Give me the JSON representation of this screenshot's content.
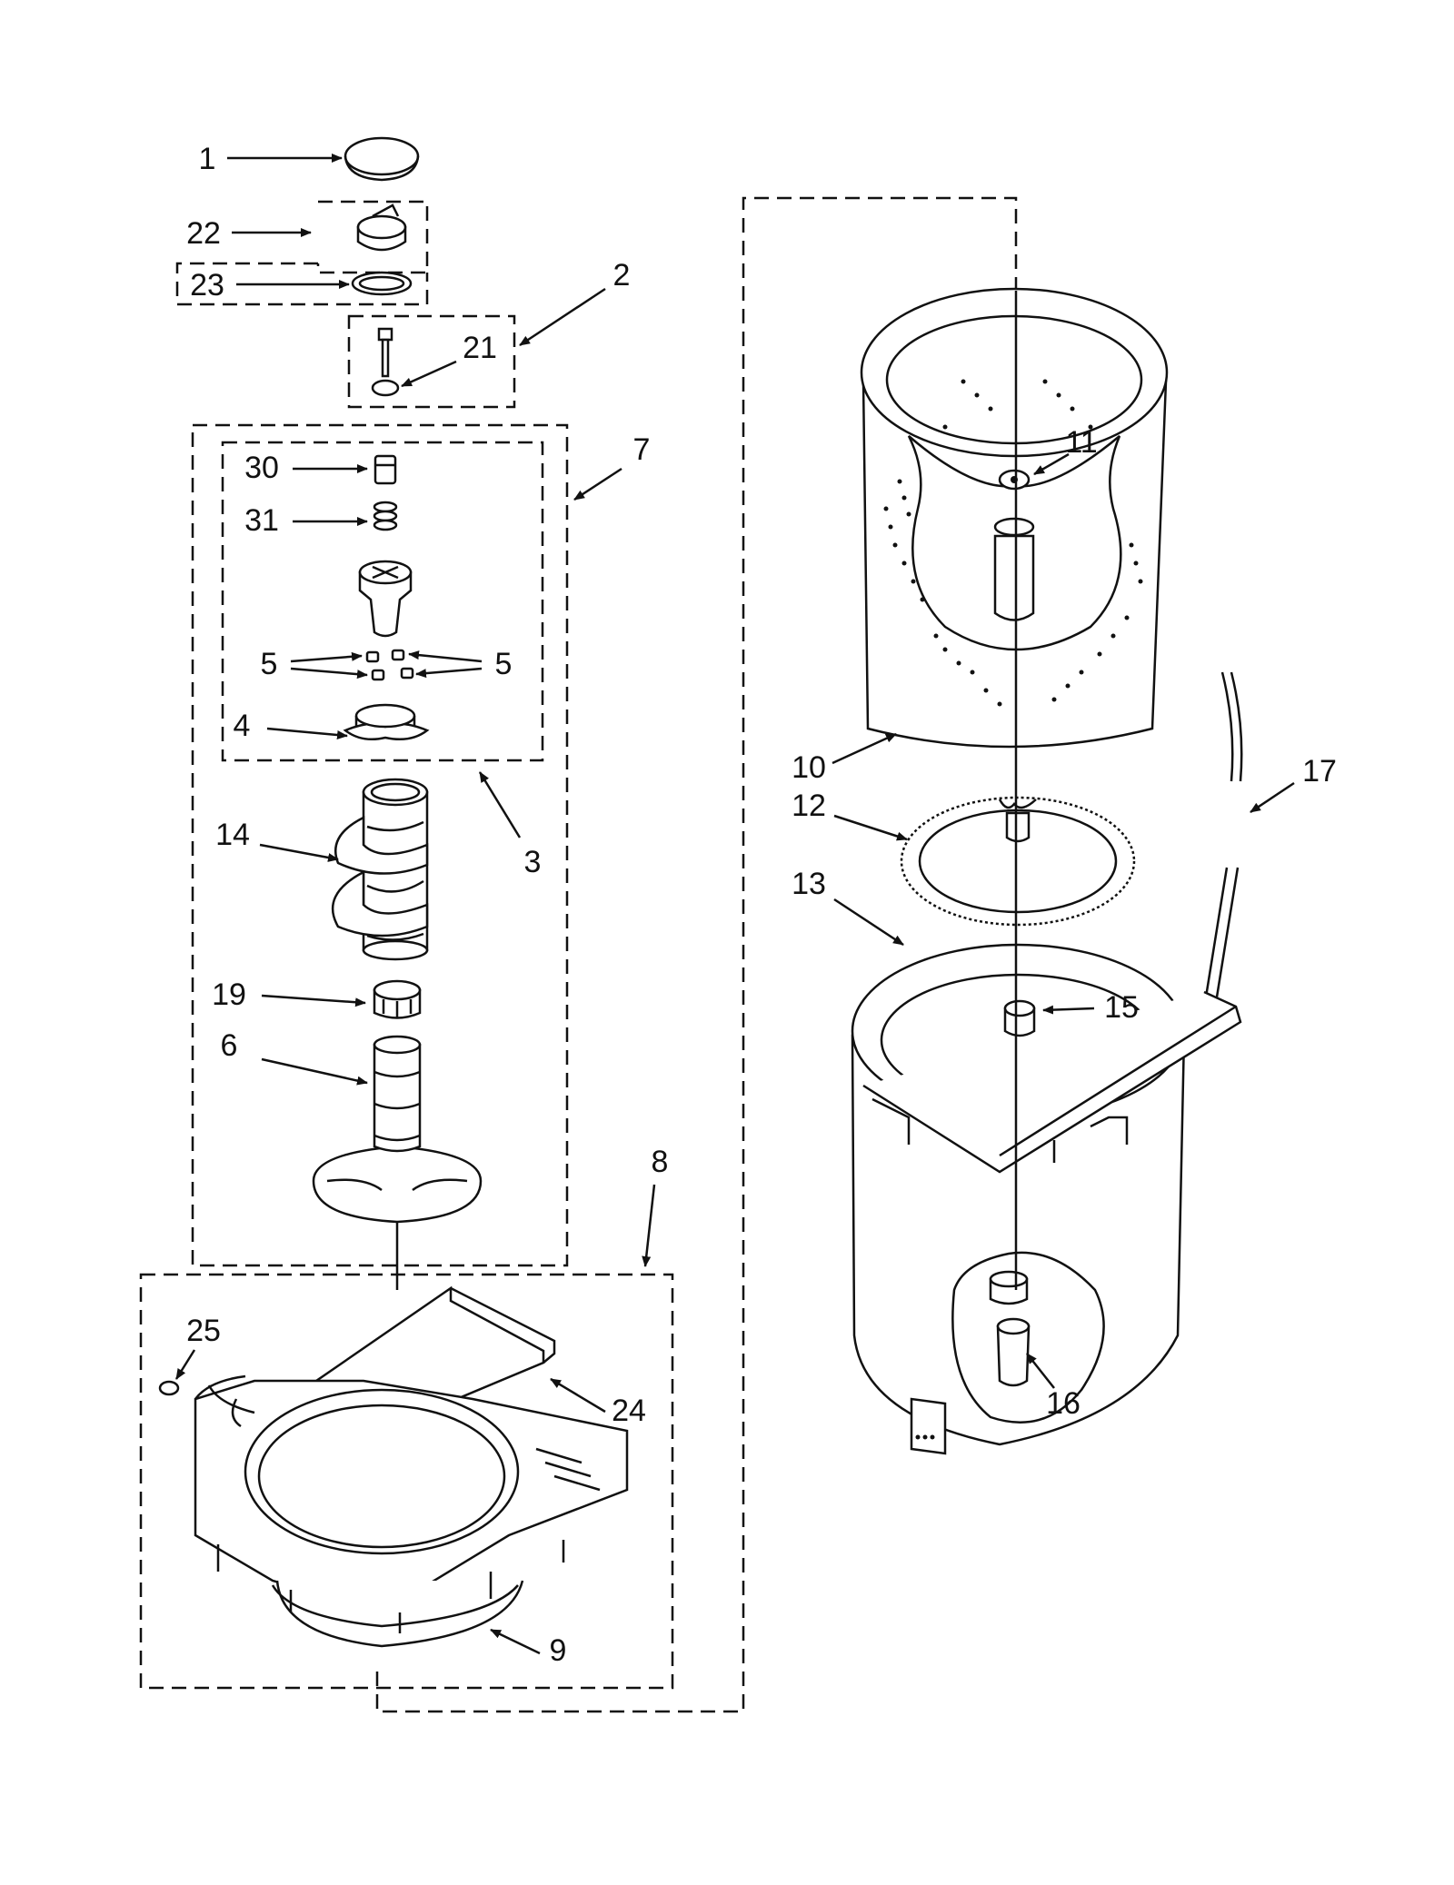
{
  "callouts": [
    {
      "id": "1",
      "label": "1"
    },
    {
      "id": "22",
      "label": "22"
    },
    {
      "id": "23",
      "label": "23"
    },
    {
      "id": "2",
      "label": "2"
    },
    {
      "id": "21",
      "label": "21"
    },
    {
      "id": "7",
      "label": "7"
    },
    {
      "id": "30",
      "label": "30"
    },
    {
      "id": "31",
      "label": "31"
    },
    {
      "id": "5a",
      "label": "5"
    },
    {
      "id": "5b",
      "label": "5"
    },
    {
      "id": "4",
      "label": "4"
    },
    {
      "id": "3",
      "label": "3"
    },
    {
      "id": "14",
      "label": "14"
    },
    {
      "id": "19",
      "label": "19"
    },
    {
      "id": "6",
      "label": "6"
    },
    {
      "id": "8",
      "label": "8"
    },
    {
      "id": "25",
      "label": "25"
    },
    {
      "id": "24",
      "label": "24"
    },
    {
      "id": "9",
      "label": "9"
    },
    {
      "id": "11",
      "label": "11"
    },
    {
      "id": "10",
      "label": "10"
    },
    {
      "id": "17",
      "label": "17"
    },
    {
      "id": "12",
      "label": "12"
    },
    {
      "id": "13",
      "label": "13"
    },
    {
      "id": "15",
      "label": "15"
    },
    {
      "id": "16",
      "label": "16"
    }
  ]
}
